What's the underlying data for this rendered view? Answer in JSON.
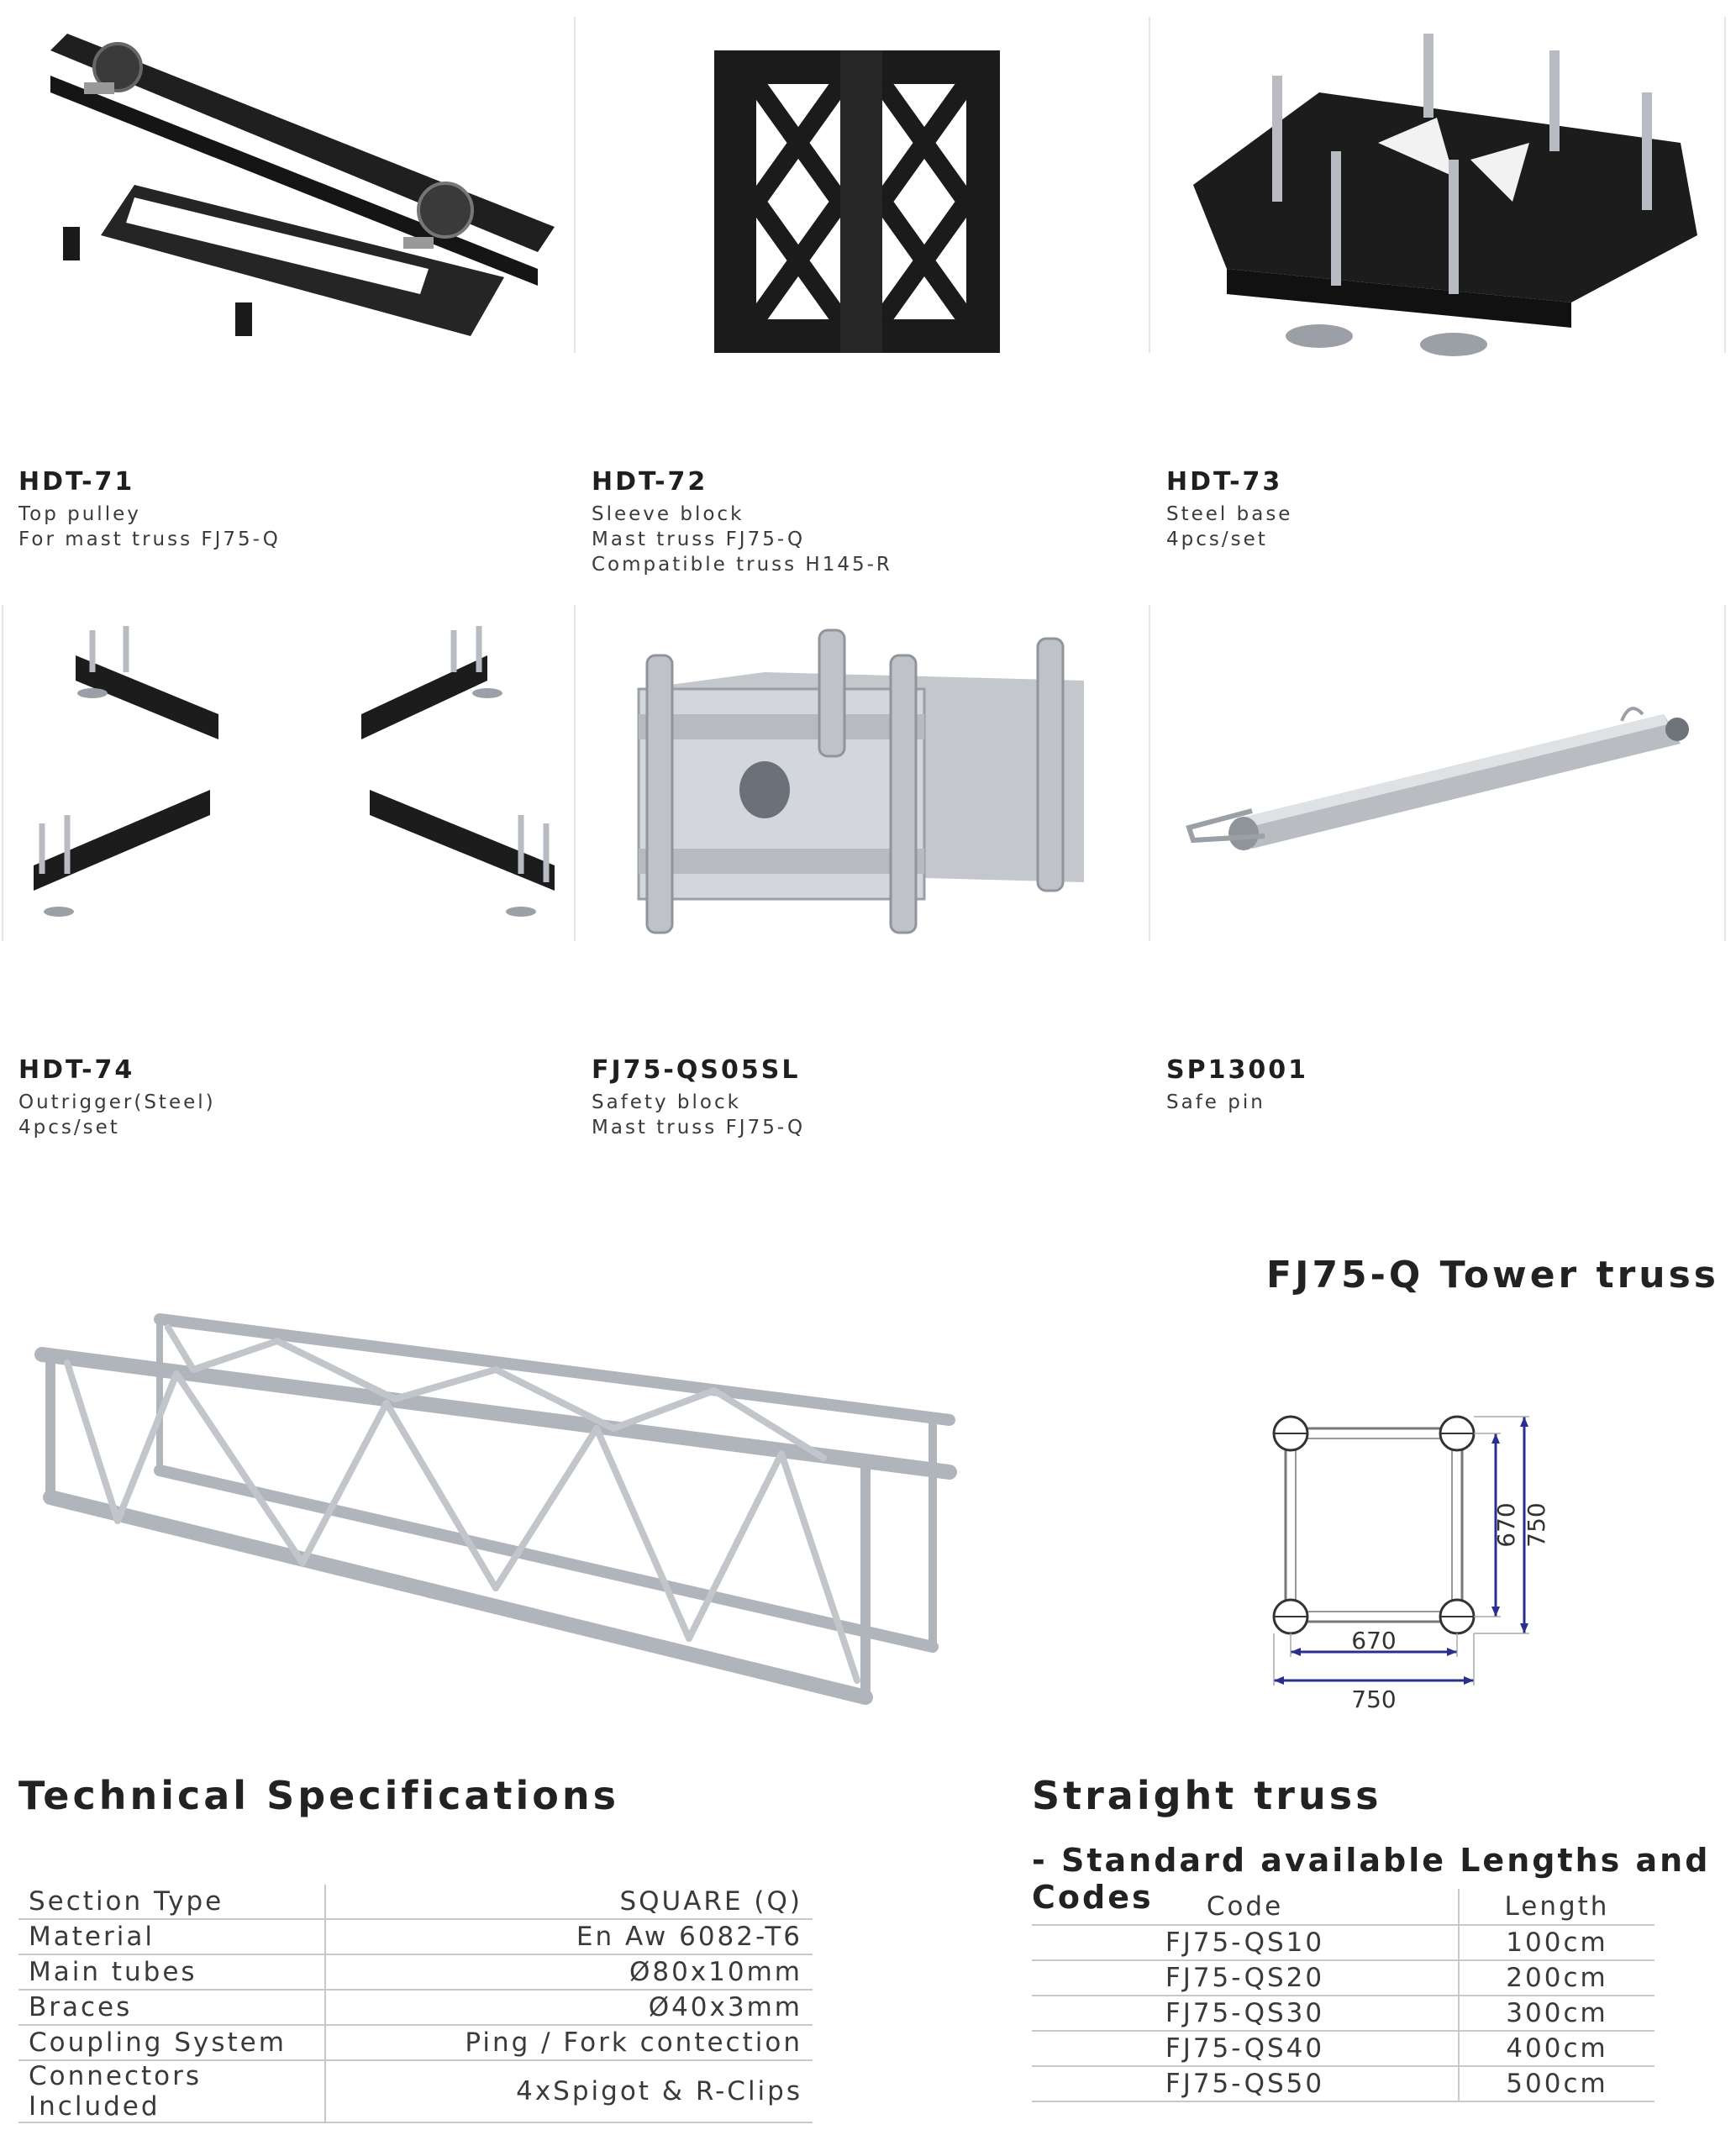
{
  "products": [
    {
      "code": "HDT-71",
      "lines": [
        "Top pulley",
        "For mast truss FJ75-Q"
      ]
    },
    {
      "code": "HDT-72",
      "lines": [
        "Sleeve block",
        "Mast truss FJ75-Q",
        "Compatible truss H145-R"
      ]
    },
    {
      "code": "HDT-73",
      "lines": [
        "Steel base",
        "4pcs/set"
      ]
    },
    {
      "code": "HDT-74",
      "lines": [
        "Outrigger(Steel)",
        "4pcs/set"
      ]
    },
    {
      "code": "FJ75-QS05SL",
      "lines": [
        "Safety block",
        "Mast truss FJ75-Q"
      ]
    },
    {
      "code": "SP13001",
      "lines": [
        "Safe pin"
      ]
    }
  ],
  "tower_title": "FJ75-Q Tower truss",
  "dimensions": {
    "inner": "670",
    "outer": "750"
  },
  "tech": {
    "title": "Technical Specifications",
    "rows": [
      {
        "label": "Section Type",
        "value": "SQUARE (Q)"
      },
      {
        "label": "Material",
        "value": "En Aw 6082-T6"
      },
      {
        "label": "Main tubes",
        "value": "Ø80x10mm"
      },
      {
        "label": "Braces",
        "value": "Ø40x3mm"
      },
      {
        "label": "Coupling System",
        "value": "Ping / Fork contection"
      },
      {
        "label": "Connectors Included",
        "value": "4xSpigot & R-Clips"
      }
    ]
  },
  "straight": {
    "title": "Straight truss",
    "subtitle": "- Standard available Lengths and Codes",
    "headers": {
      "code": "Code",
      "length": "Length"
    },
    "rows": [
      {
        "code": "FJ75-QS10",
        "length": "100cm"
      },
      {
        "code": "FJ75-QS20",
        "length": "200cm"
      },
      {
        "code": "FJ75-QS30",
        "length": "300cm"
      },
      {
        "code": "FJ75-QS40",
        "length": "400cm"
      },
      {
        "code": "FJ75-QS50",
        "length": "500cm"
      }
    ]
  },
  "colors": {
    "steel": "#1c1c1c",
    "aluminium": "#b8bcc2",
    "dimension_line": "#2a2f8f"
  }
}
